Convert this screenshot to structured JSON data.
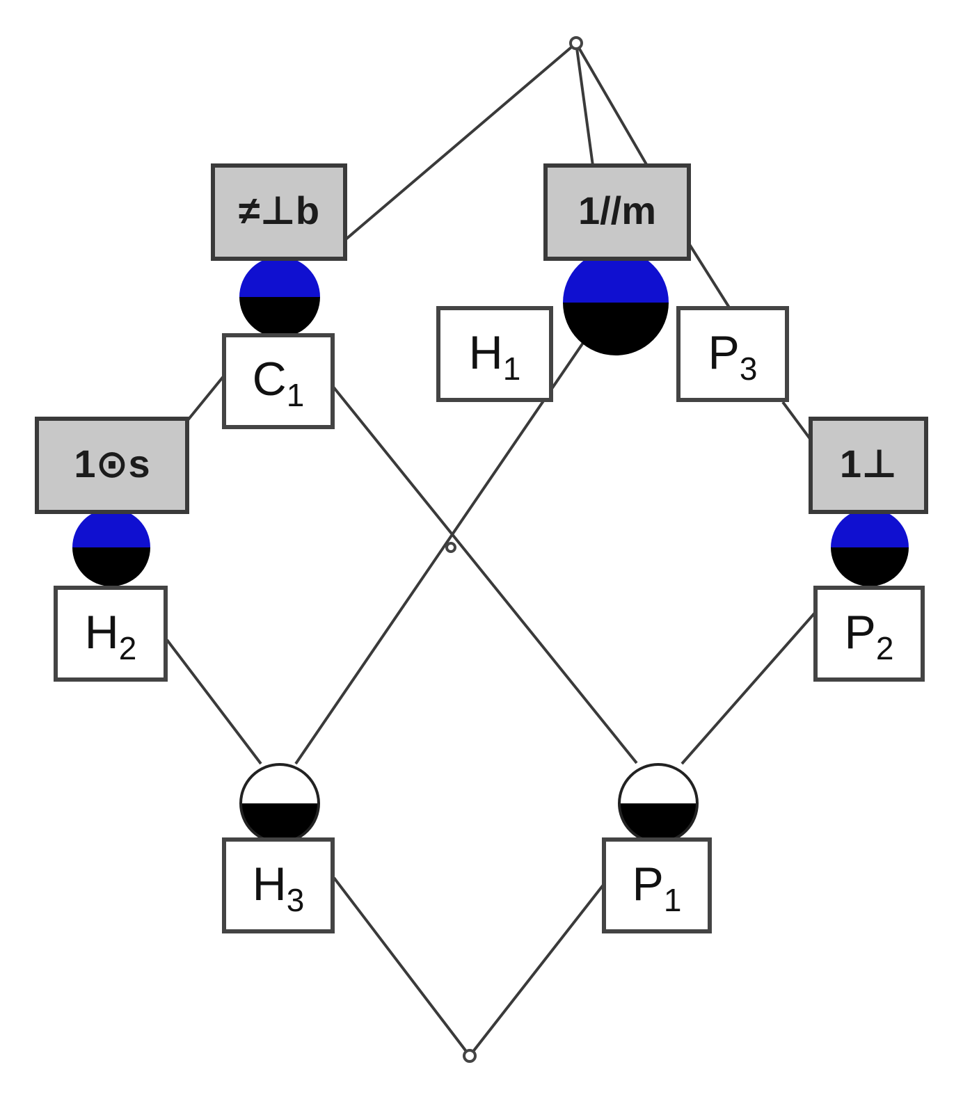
{
  "colors": {
    "ball_top": "#1010d0",
    "ball_bottom": "#000000",
    "attr_fill": "#c8c8c8",
    "line": "#3a3a3a"
  },
  "attributes": {
    "a1": "≠⊥b",
    "a2": "1//m",
    "a3": "1⊙s",
    "a4": "1⊥"
  },
  "nodes": {
    "c1": {
      "base": "C",
      "sub": "1"
    },
    "h1": {
      "base": "H",
      "sub": "1"
    },
    "p3": {
      "base": "P",
      "sub": "3"
    },
    "h2": {
      "base": "H",
      "sub": "2"
    },
    "p2": {
      "base": "P",
      "sub": "2"
    },
    "h3": {
      "base": "H",
      "sub": "3"
    },
    "p1": {
      "base": "P",
      "sub": "1"
    }
  },
  "icons": {
    "full": "filled-concept-circle-icon",
    "half": "half-filled-concept-circle-icon",
    "point": "lattice-point-icon"
  }
}
